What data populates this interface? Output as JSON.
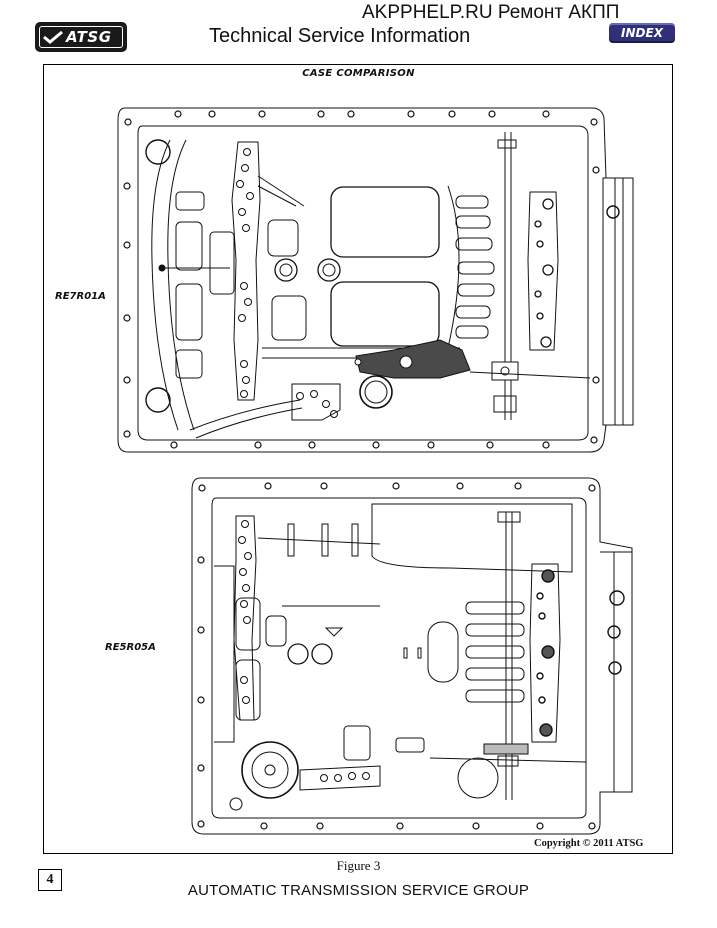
{
  "header": {
    "logo_text": "ATSG",
    "site_title": "AKPPHELP.RU Ремонт АКПП",
    "subtitle": "Technical Service Information",
    "index_label": "INDEX"
  },
  "figure": {
    "title": "CASE COMPARISON",
    "label_top": "RE7R01A",
    "label_bottom": "RE5R05A",
    "copyright": "Copyright © 2011 ATSG",
    "caption": "Figure 3"
  },
  "footer": {
    "page_number": "4",
    "org_name": "AUTOMATIC TRANSMISSION SERVICE GROUP"
  }
}
